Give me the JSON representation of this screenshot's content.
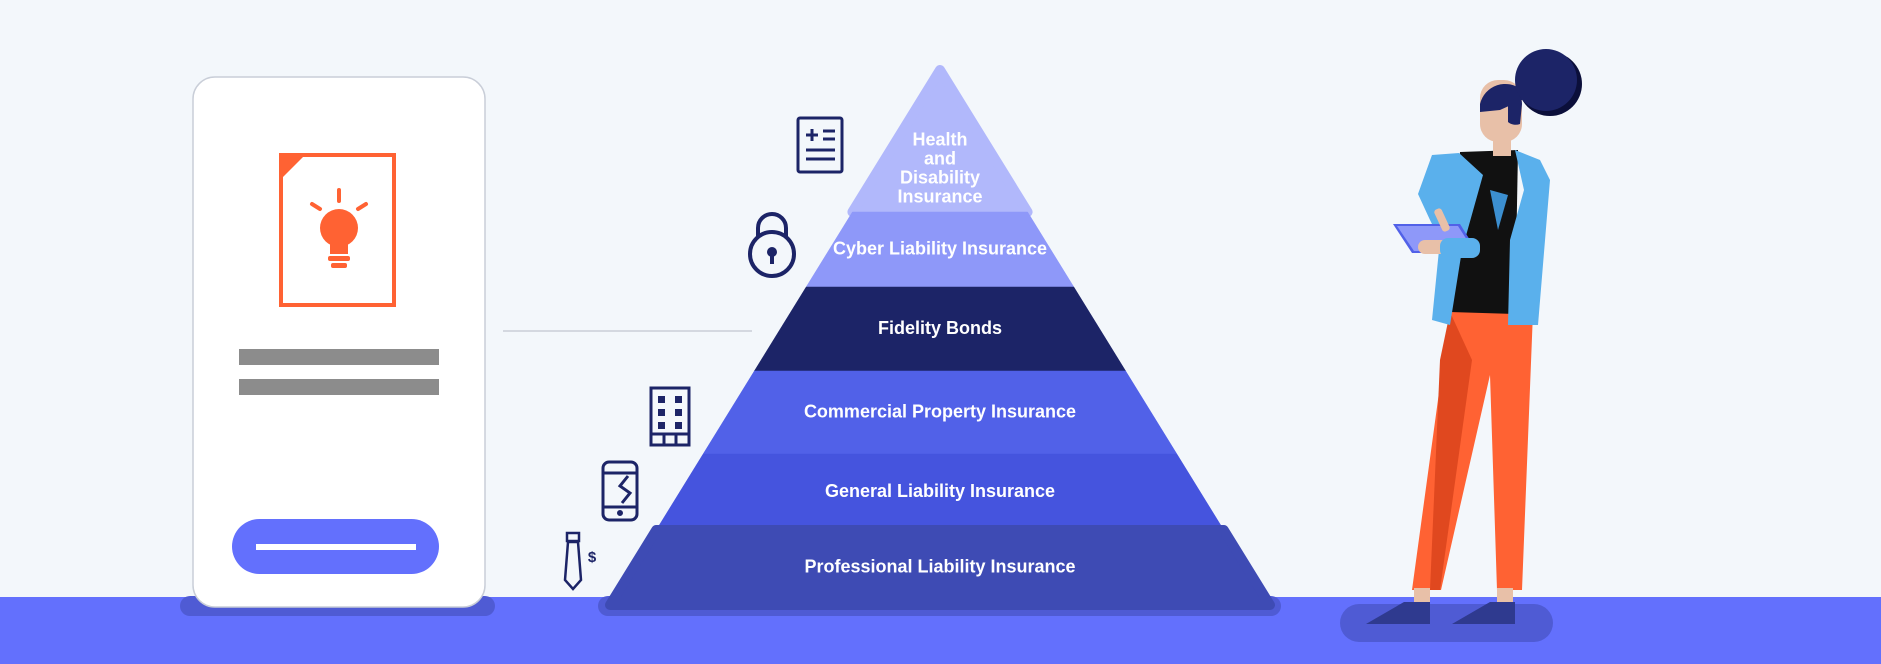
{
  "pyramid": {
    "levels": [
      {
        "label_lines": [
          "Health",
          "and",
          "Disability",
          "Insurance"
        ],
        "color": "#b1b8fb"
      },
      {
        "label_lines": [
          "Cyber Liability Insurance"
        ],
        "color": "#8e98f9"
      },
      {
        "label_lines": [
          "Fidelity Bonds"
        ],
        "color": "#1c2467"
      },
      {
        "label_lines": [
          "Commercial Property Insurance"
        ],
        "color": "#5161e8"
      },
      {
        "label_lines": [
          "General Liability Insurance"
        ],
        "color": "#4554de"
      },
      {
        "label_lines": [
          "Professional Liability Insurance"
        ],
        "color": "#3e4bb4"
      }
    ]
  },
  "colors": {
    "background": "#f3f7fb",
    "floor": "#6370fd",
    "floor_shadow": "#4f5bd4",
    "accent_orange": "#ff6233",
    "navy": "#1c2467",
    "placeholder_bar": "#8c8c8c",
    "button": "#6370fd"
  },
  "icons": {
    "card": "idea-document-icon",
    "side": [
      "medical-report-icon",
      "padlock-icon",
      "office-building-icon",
      "broken-phone-icon",
      "necktie-dollar-icon"
    ]
  }
}
